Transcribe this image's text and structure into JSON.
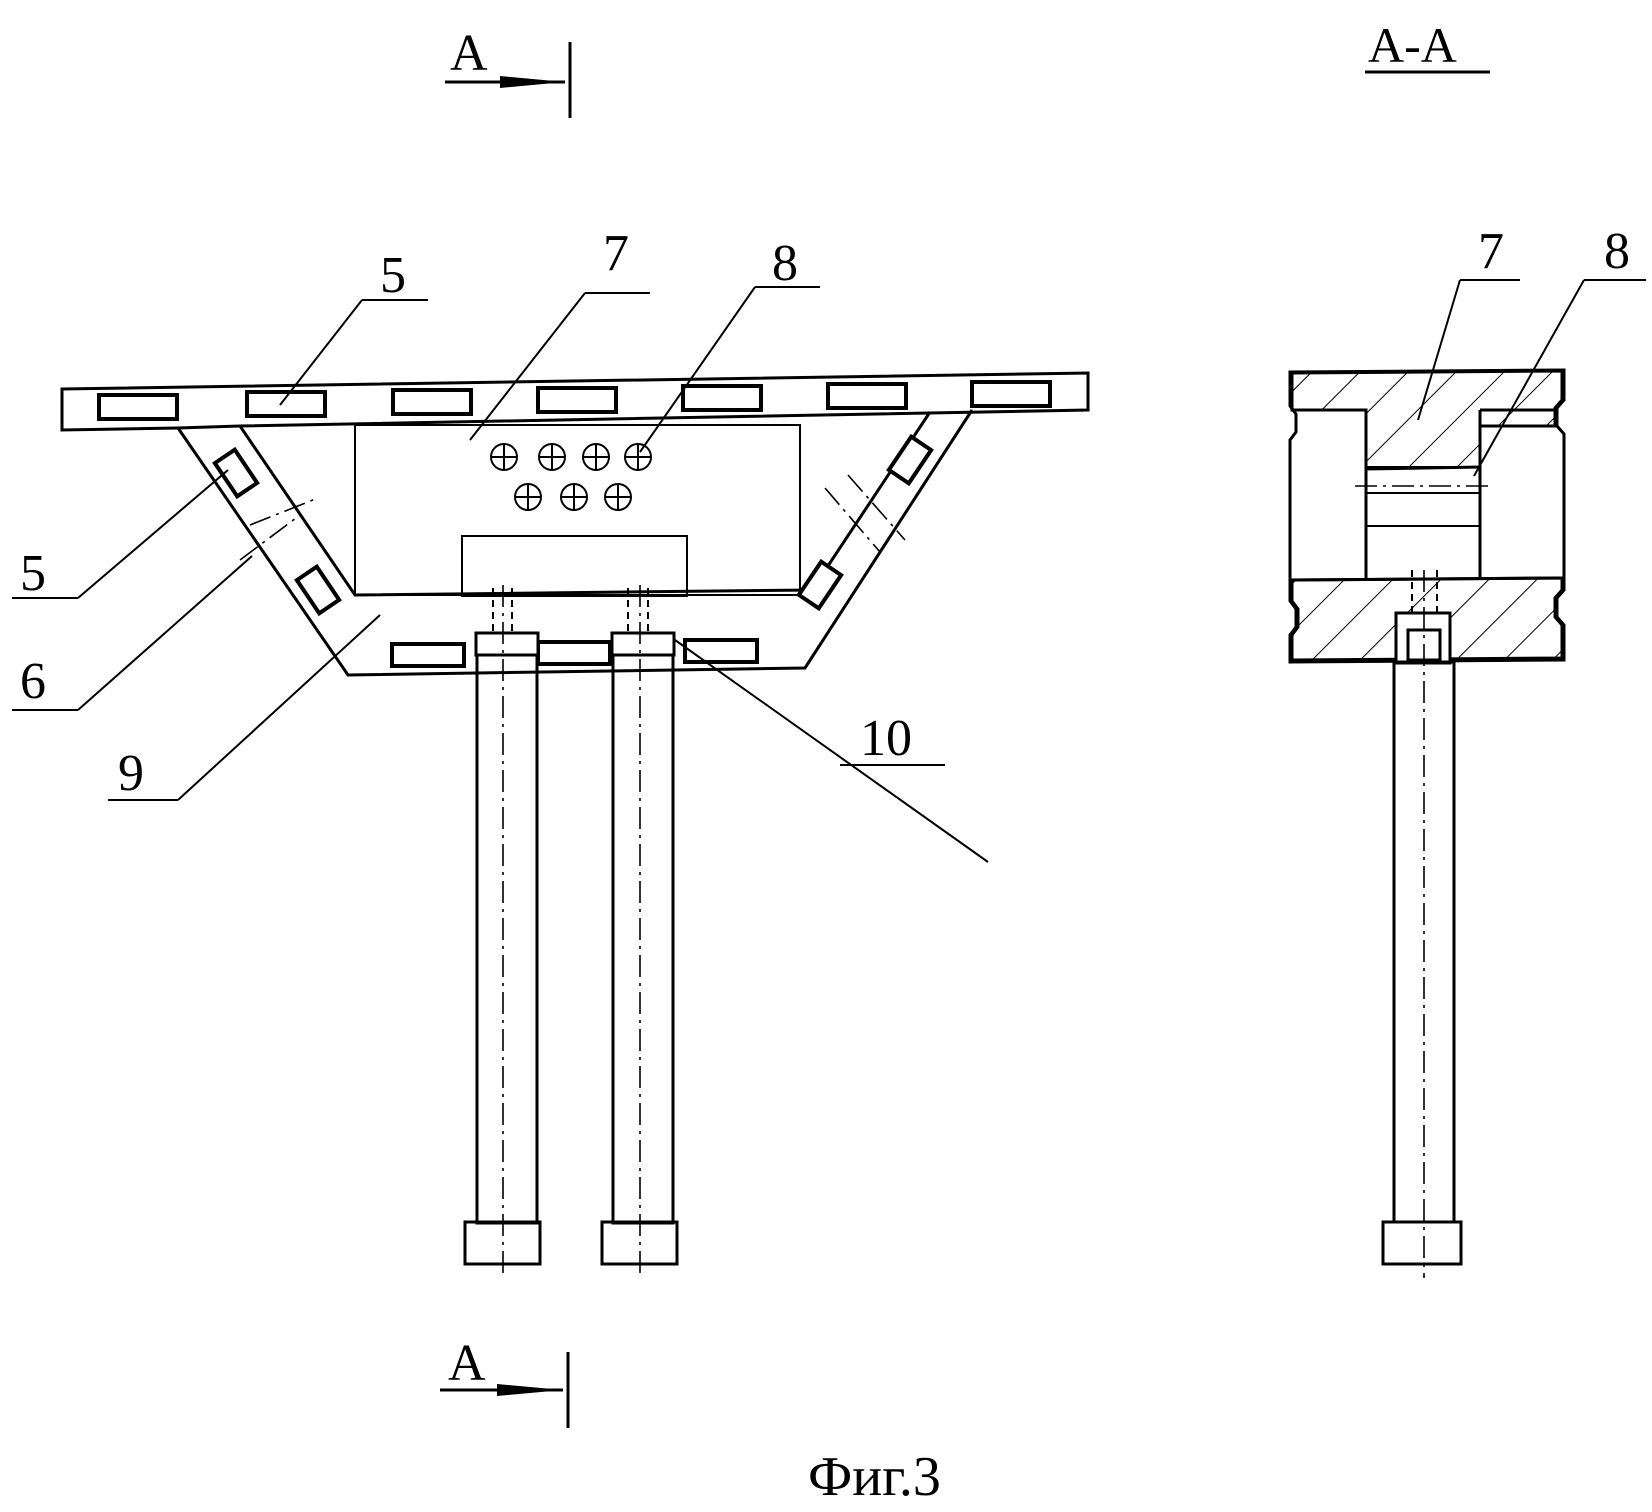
{
  "section_marks": {
    "top_left": "A",
    "bottom_left": "A",
    "section_title": "A-A"
  },
  "front_view_labels": {
    "l5_top": "5",
    "l7": "7",
    "l8": "8",
    "l5_left": "5",
    "l6": "6",
    "l9": "9",
    "l10": "10"
  },
  "section_view_labels": {
    "l7": "7",
    "l8": "8"
  },
  "caption": "Фиг.3"
}
